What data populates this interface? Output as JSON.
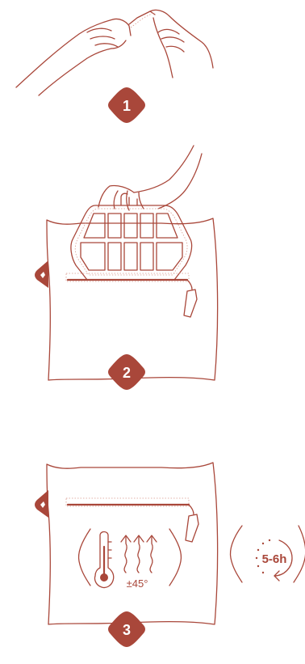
{
  "steps": [
    {
      "number": "1"
    },
    {
      "number": "2"
    },
    {
      "number": "3"
    }
  ],
  "temperature_label": "±45°",
  "duration_label": "5-6h",
  "colors": {
    "accent": "#a9473a",
    "background": "#ffffff"
  }
}
